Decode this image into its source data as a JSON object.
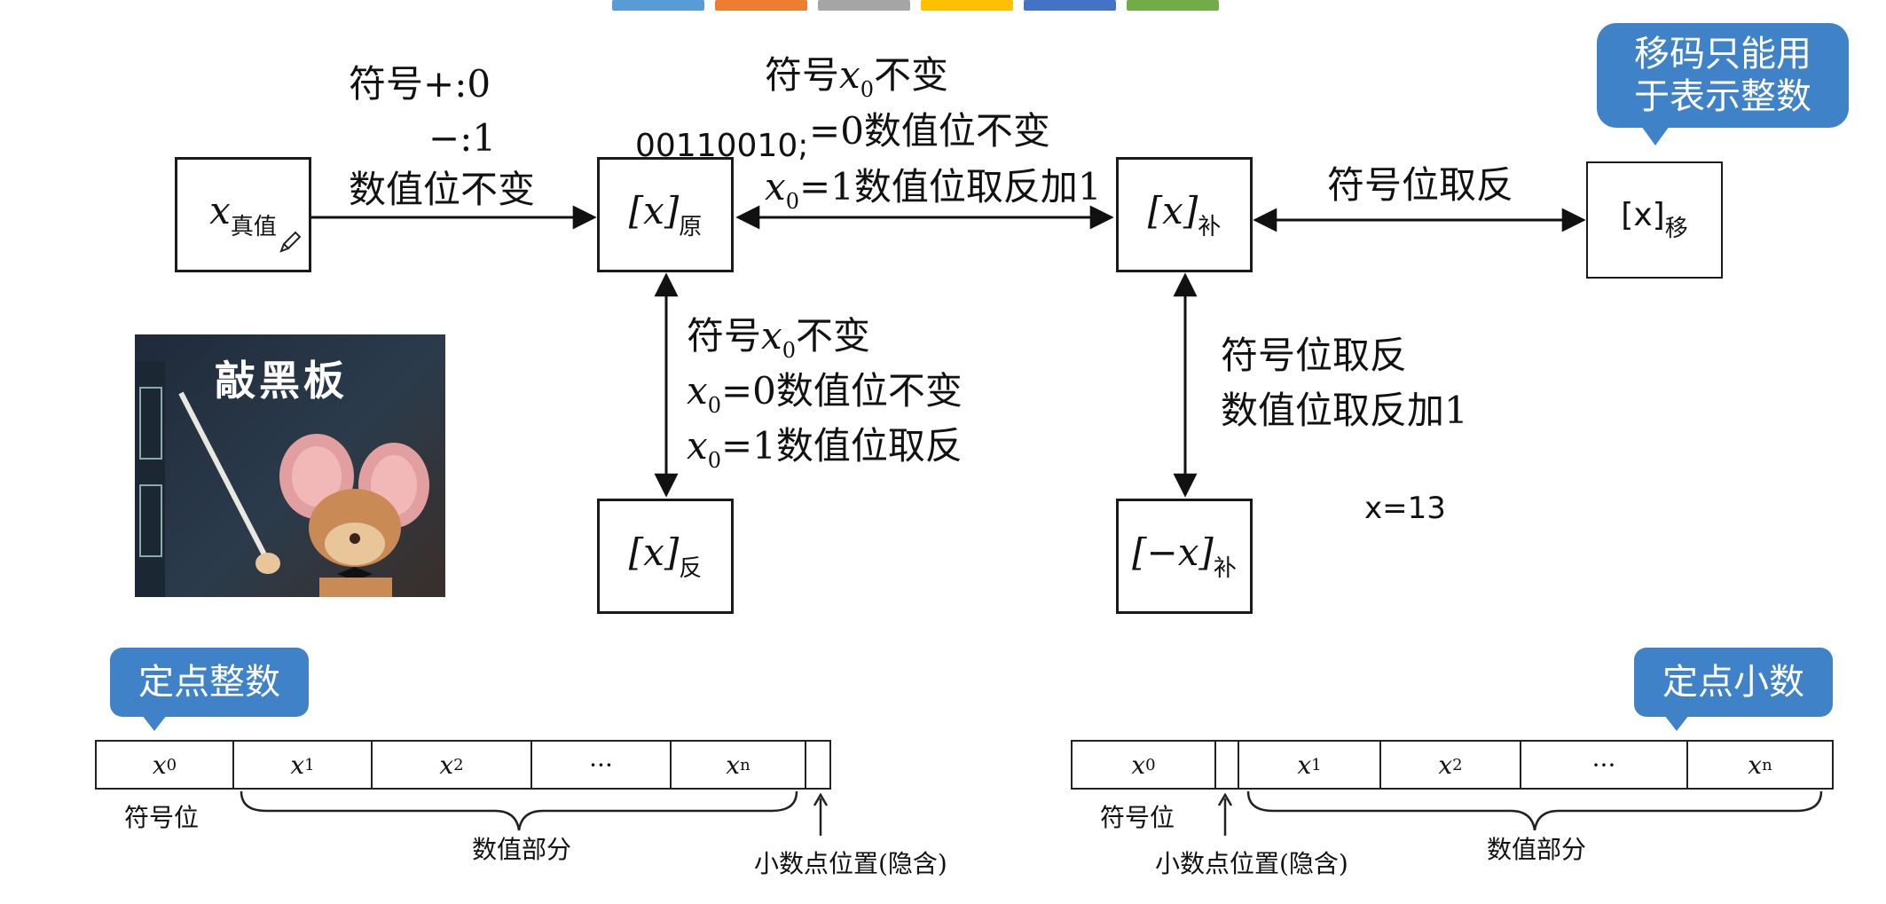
{
  "top_bars": [
    "#5b9bd5",
    "#ed7d31",
    "#a5a5a5",
    "#ffc000",
    "#4472c4",
    "#70ad47"
  ],
  "boxes": {
    "true_value": {
      "var": "x",
      "sub": "真值"
    },
    "original": {
      "var": "[x]",
      "sub": "原"
    },
    "complement": {
      "var": "[x]",
      "sub": "补"
    },
    "excess": {
      "var": "[x]",
      "sub": "移"
    },
    "ones_complement": {
      "var": "[x]",
      "sub": "反"
    },
    "neg_complement": {
      "var": "[−x]",
      "sub": "补"
    }
  },
  "labels": {
    "sign_plus": "符号+:0",
    "sign_minus": "−:1",
    "value_unchanged": "数值位不变",
    "sample_bits": "00110010",
    "sample_bits_suffix": ";",
    "sign_x0_unchanged_top_pre": "符号",
    "sign_x0_unchanged_top_post": "不变",
    "x0_eq0_top": "=0数值位不变",
    "x0_eq1_top": "=1数值位取反加1",
    "sign_flip_right": "符号位取反",
    "sign_x0_unchanged_mid_pre": "符号",
    "sign_x0_unchanged_mid_post": "不变",
    "x0_eq0_mid": "=0数值位不变",
    "x0_eq1_mid": "=1数值位取反",
    "sign_flip_lower": "符号位取反",
    "value_invert_add1": "数值位取反加1",
    "x_eq_13": "x=13",
    "var_x": "x",
    "var_sub0": "0"
  },
  "callouts": {
    "excess_note": "移码只能用于表示整数",
    "fixed_int": "定点整数",
    "fixed_frac": "定点小数"
  },
  "meme": {
    "caption": "敲黑板"
  },
  "int_format": {
    "cells": [
      {
        "var": "x",
        "sub": "0"
      },
      {
        "var": "x",
        "sub": "1"
      },
      {
        "var": "x",
        "sub": "2"
      },
      {
        "var": "···",
        "sub": ""
      },
      {
        "var": "x",
        "sub": "n"
      }
    ],
    "sign_bit": "符号位",
    "value_part": "数值部分",
    "point_pos": "小数点位置(隐含)"
  },
  "frac_format": {
    "cells": [
      {
        "var": "x",
        "sub": "0"
      },
      {
        "var": "x",
        "sub": "1"
      },
      {
        "var": "x",
        "sub": "2"
      },
      {
        "var": "···",
        "sub": ""
      },
      {
        "var": "x",
        "sub": "n"
      }
    ],
    "sign_bit": "符号位",
    "value_part": "数值部分",
    "point_pos": "小数点位置(隐含)"
  }
}
